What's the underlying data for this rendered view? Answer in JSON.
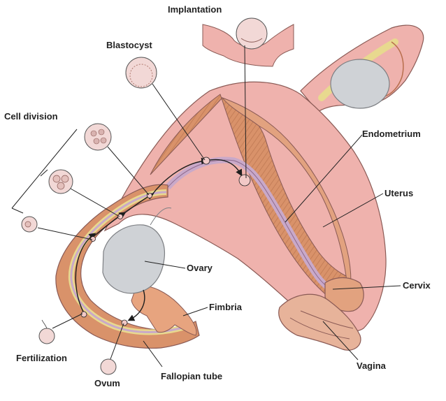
{
  "labels": {
    "implantation": "Implantation",
    "blastocyst": "Blastocyst",
    "cell_division": "Cell division",
    "endometrium": "Endometrium",
    "uterus": "Uterus",
    "ovary": "Ovary",
    "cervix": "Cervix",
    "fimbria": "Fimbria",
    "fertilization": "Fertilization",
    "ovum": "Ovum",
    "fallopian_tube": "Fallopian tube",
    "vagina": "Vagina"
  },
  "colors": {
    "uterus_outer": "#efb2ad",
    "muscle": "#d9926a",
    "muscle_dark": "#b86f4d",
    "endometrium_lining": "#c9a9c9",
    "ovary": "#cfd2d6",
    "ovary_edge": "#7d7f83",
    "follicle_ring": "#e6dba0",
    "cell": "#f2c9c7",
    "line": "#222222",
    "path": "#1e1e1e"
  }
}
